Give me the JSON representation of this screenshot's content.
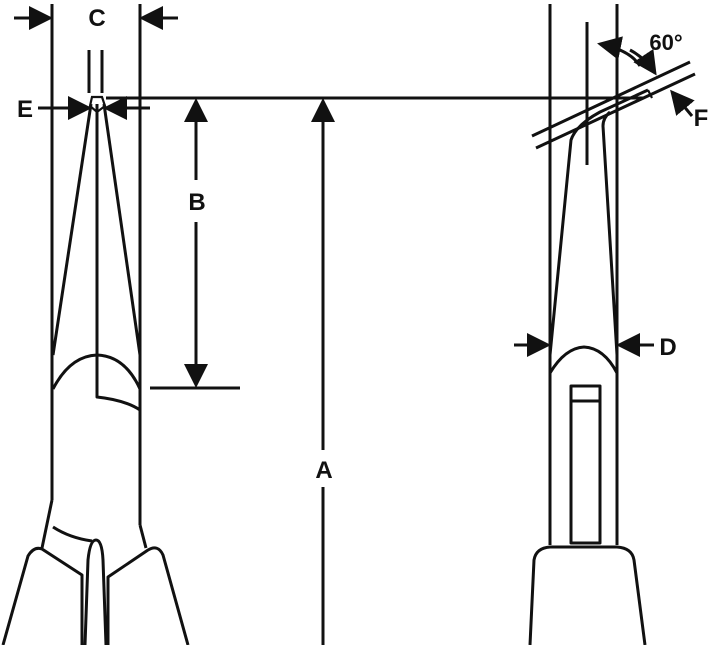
{
  "diagram": {
    "labels": {
      "a": "A",
      "b": "B",
      "c": "C",
      "d": "D",
      "e": "E",
      "f": "F",
      "angle": "60°"
    },
    "colors": {
      "line": "#111111",
      "background": "#ffffff"
    }
  }
}
